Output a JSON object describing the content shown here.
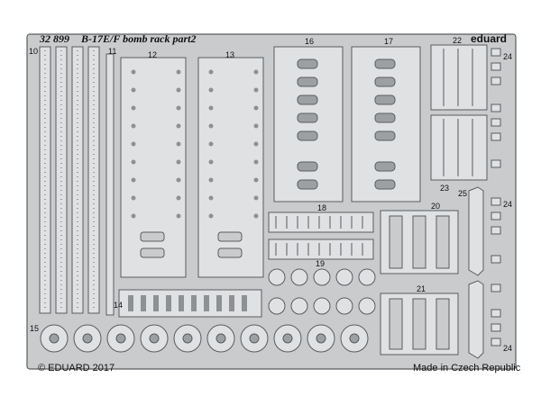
{
  "fret": {
    "code": "32 899",
    "title": "B-17E/F bomb rack  part2",
    "brand": "eduard",
    "copyright": "© EDUARD 2017",
    "made_in": "Made in Czech Republic"
  },
  "part_numbers": {
    "p10": "10",
    "p11": "11",
    "p12": "12",
    "p13": "13",
    "p14": "14",
    "p15": "15",
    "p16": "16",
    "p17": "17",
    "p18": "18",
    "p19": "19",
    "p20": "20",
    "p21": "21",
    "p22": "22",
    "p23": "23",
    "p24a": "24",
    "p24b": "24",
    "p24c": "24",
    "p25": "25"
  },
  "colors": {
    "sheet": "#c9cbcd",
    "part": "#dfe1e3",
    "edge": "#5a5d60",
    "dark": "#3e4144"
  }
}
